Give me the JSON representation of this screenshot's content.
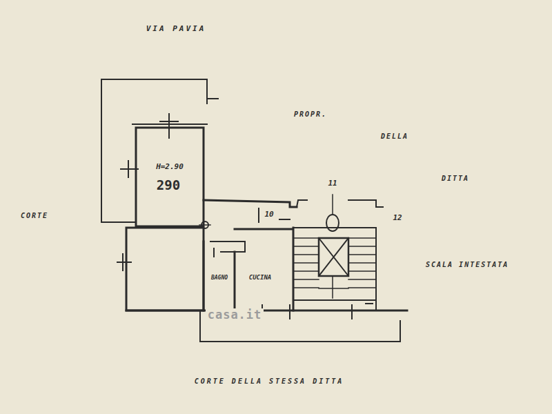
{
  "diagram": {
    "labels": [
      "VIA PAVIA",
      "PROPR.",
      "DELLA",
      "DITTA",
      "CORTE",
      "H=2.90",
      "290",
      "11",
      "10",
      "12",
      "BAGNO",
      "CUCINA",
      "SCALA INTESTATA",
      "CORTE DELLA STESSA DITTA",
      "casa.it"
    ]
  }
}
